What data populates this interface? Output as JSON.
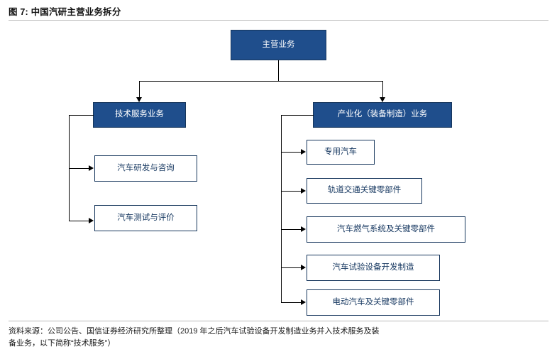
{
  "header": {
    "figure_label": "图 7:",
    "title": "中国汽研主营业务拆分"
  },
  "footer": {
    "line1": "资料来源：公司公告、国信证券经济研究所整理（2019 年之后汽车试验设备开发制造业务并入技术服务及装",
    "line2": "备业务，以下简称“技术服务”）"
  },
  "diagram": {
    "type": "org-tree",
    "root": {
      "label": "主营业务"
    },
    "branches": [
      {
        "label": "技术服务业务",
        "children": [
          {
            "label": "汽车研发与咨询"
          },
          {
            "label": "汽车测试与评价"
          }
        ]
      },
      {
        "label": "产业化（装备制造）业务",
        "children": [
          {
            "label": "专用汽车"
          },
          {
            "label": "轨道交通关键零部件"
          },
          {
            "label": "汽车燃气系统及关键零部件"
          },
          {
            "label": "汽车试验设备开发制造"
          },
          {
            "label": "电动汽车及关键零部件"
          }
        ]
      }
    ],
    "colors": {
      "node_dark_fill": "#1f4e8c",
      "node_border": "#16365c",
      "node_light_text": "#14365f",
      "connector": "#000000"
    }
  }
}
